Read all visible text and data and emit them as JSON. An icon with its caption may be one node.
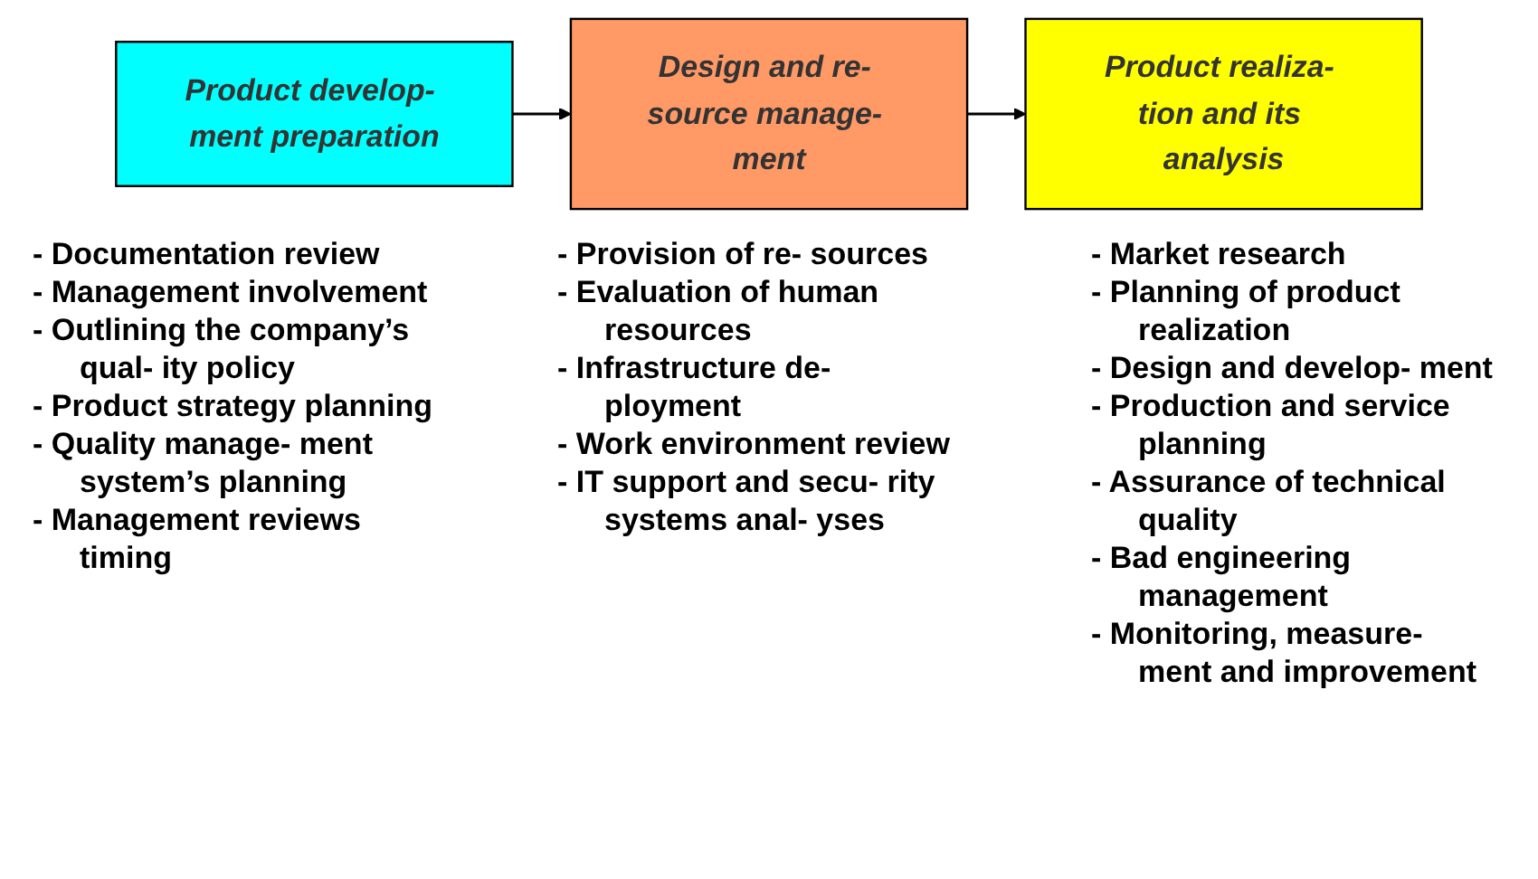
{
  "diagram": {
    "nodes": [
      {
        "text": [
          "Product develop- ment preparation"
        ],
        "beside": [
          "- Documentation review",
          "- Management involvement",
          "- Outlining the company’s qual- ity policy",
          "- Product strategy planning",
          "- Quality manage- ment system’s planning",
          "- Management reviews timing"
        ]
      },
      {
        "text": [
          "Design and re- source manage- ment"
        ],
        "beside": [
          "- Provision of re- sources",
          "- Evaluation of human resources",
          "- Infrastructure de- ployment",
          "- Work environment review",
          "- IT support and secu- rity systems anal- yses"
        ]
      },
      {
        "text": [
          "Product realiza- tion and its analysis"
        ],
        "beside": [
          "- Market research",
          "- Planning of product realization",
          "- Design and develop- ment",
          "- Production and service planning",
          "- Assurance of technical quality",
          "- Bad engineering management",
          "- Monitoring, measure- ment and improvement"
        ]
      }
    ],
    "edges": [
      {
        "from": 0,
        "to": 1,
        "arrow": "to"
      },
      {
        "from": 1,
        "to": 2,
        "arrow": "to"
      }
    ]
  }
}
